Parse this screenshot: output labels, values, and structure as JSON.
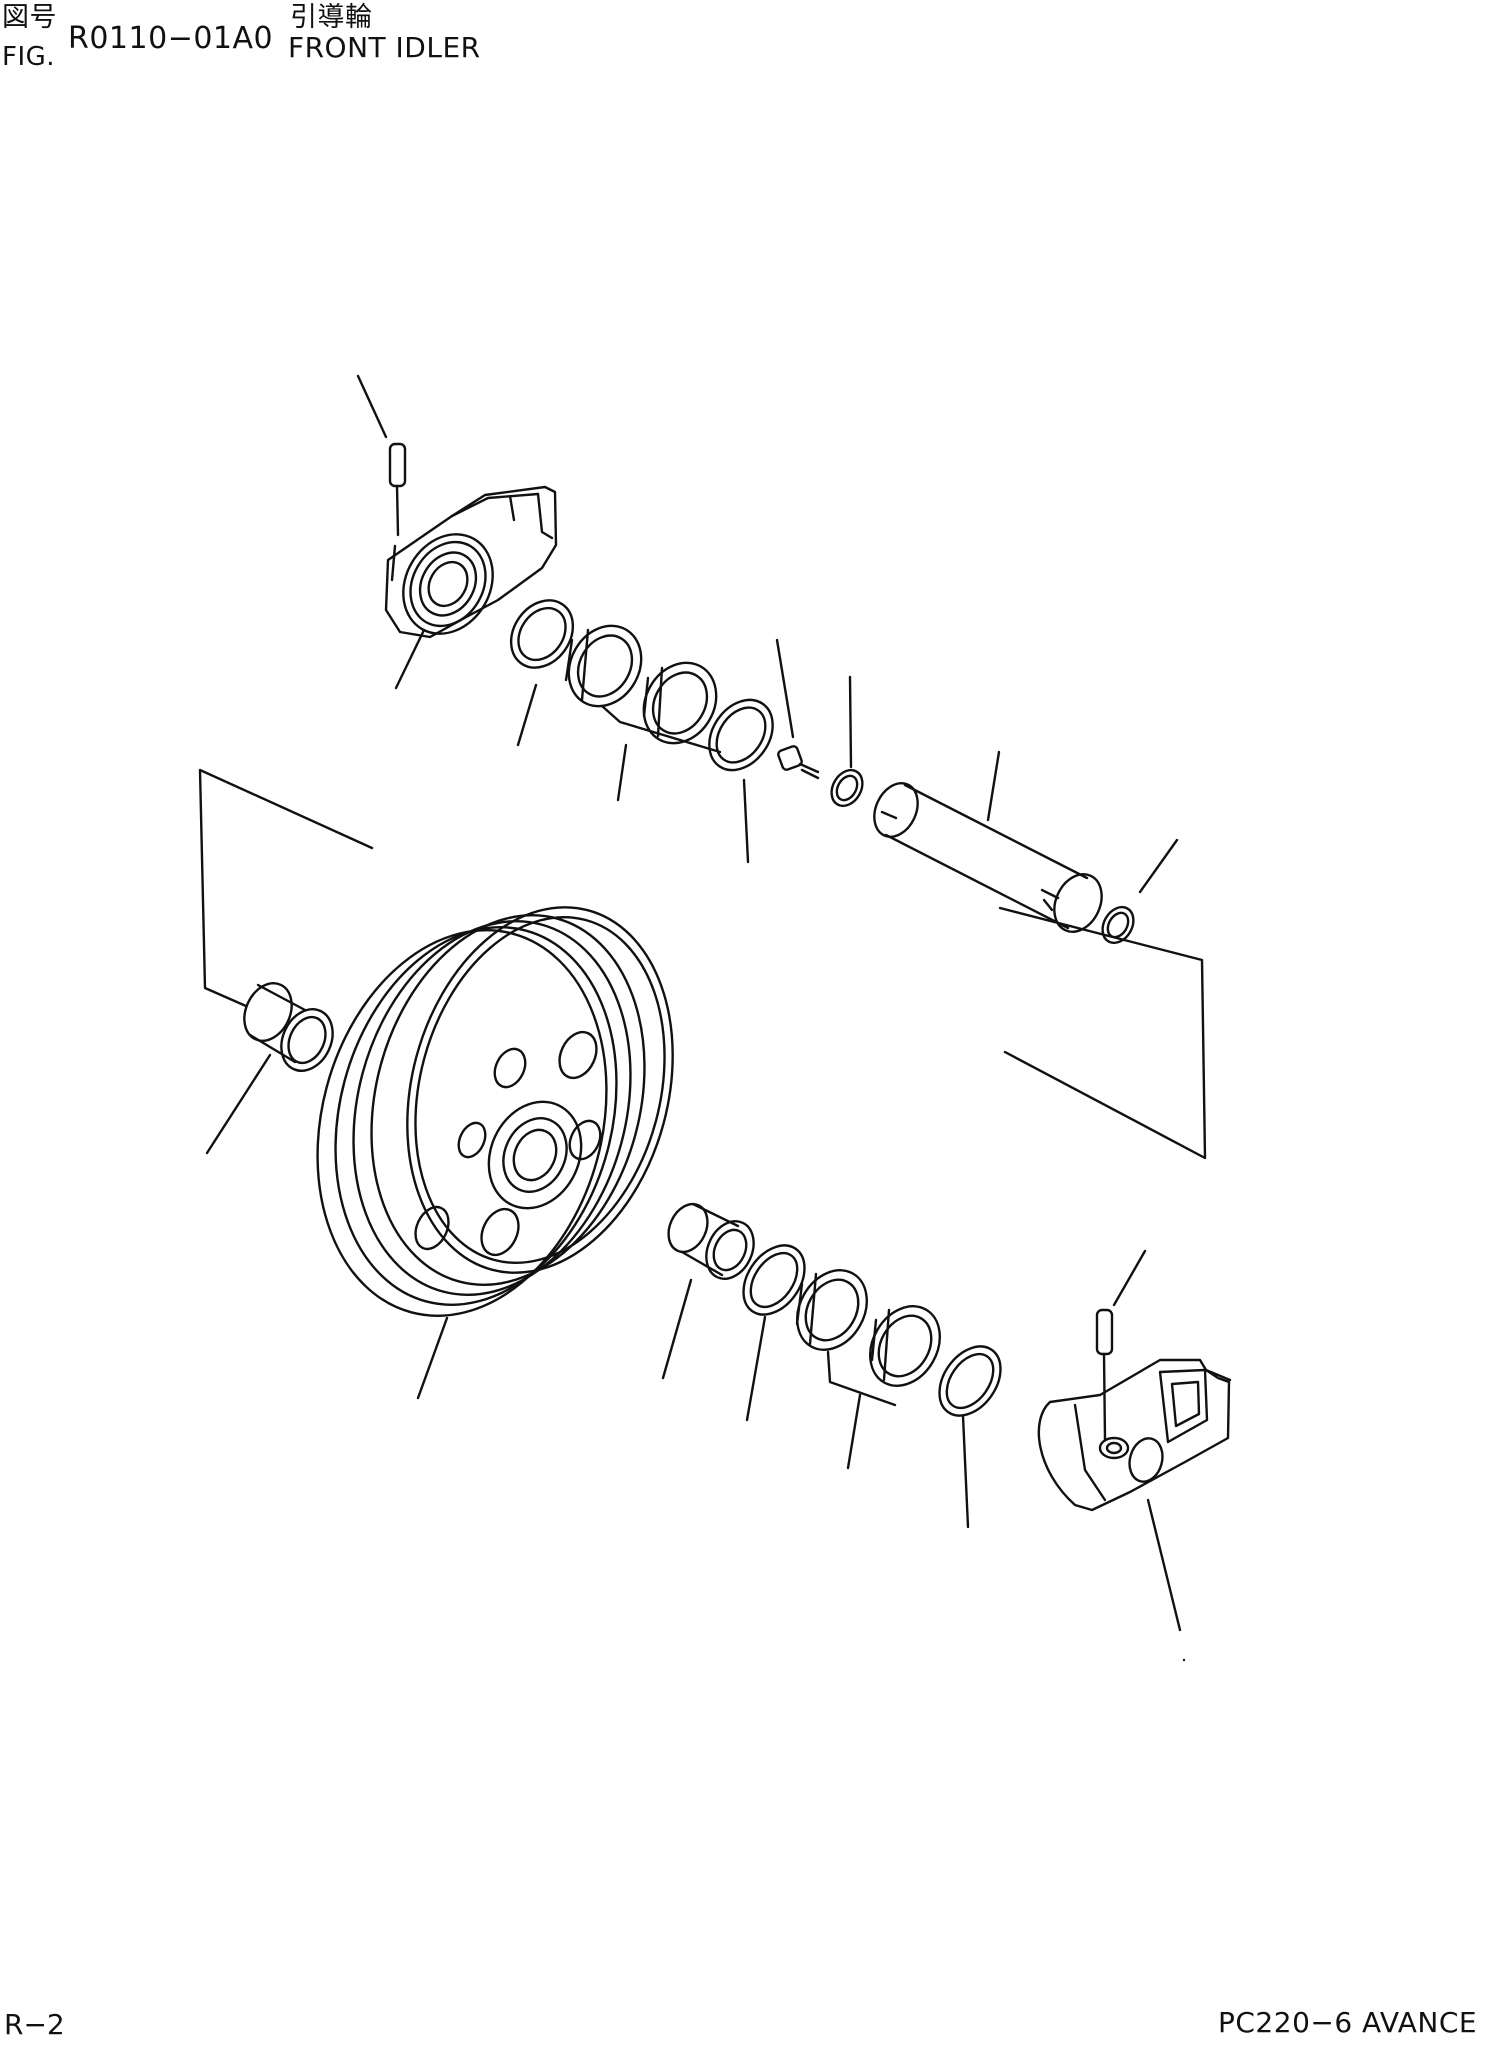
{
  "header": {
    "fig_cjk": "図号",
    "fig_label": "FIG.",
    "fig_number": "R0110−01A0",
    "title_cjk": "引導輪",
    "title_en": "FRONT IDLER"
  },
  "footer": {
    "page": "R−2",
    "model": "PC220−6 AVANCE"
  },
  "icons": [
    "idler-wheel-icon",
    "bracket-icon",
    "pin-icon",
    "o-ring-icon",
    "floating-seal-icon",
    "bushing-icon",
    "shaft-icon",
    "plug-icon"
  ],
  "colors": {
    "ink": "#111111",
    "paper": "#ffffff"
  }
}
